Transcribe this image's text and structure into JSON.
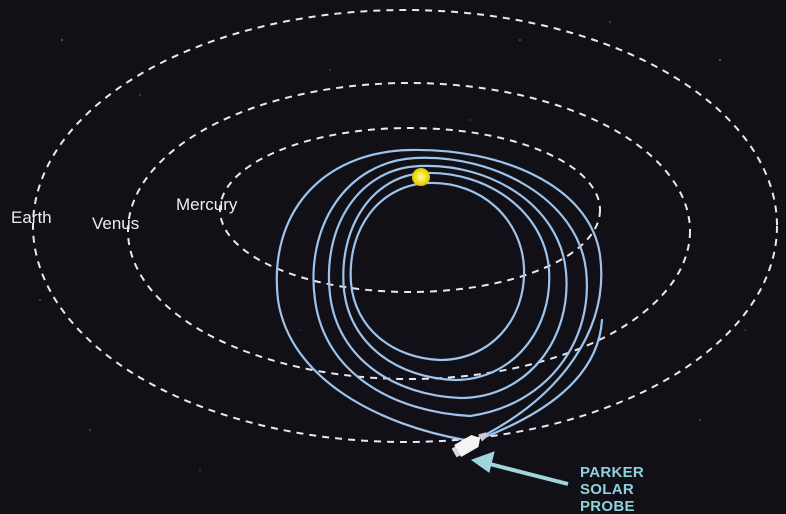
{
  "planets": [
    {
      "name": "Earth",
      "label": "Earth"
    },
    {
      "name": "Venus",
      "label": "Venus"
    },
    {
      "name": "Mercury",
      "label": "Mercury"
    }
  ],
  "probe": {
    "label_lines": [
      "PARKER",
      "SOLAR",
      "PROBE"
    ]
  },
  "colors": {
    "background": "#111016",
    "orbit_dash": "#e8e8ee",
    "trajectory": "#9ec4ec",
    "sun": "#f4e21a",
    "planet_label": "#eeeeee",
    "probe_label": "#8fd2de",
    "pointer_arrow": "#9fd6de",
    "spacecraft": "#f4f4f4"
  },
  "icons": {
    "sun": "sun-icon",
    "spacecraft": "spacecraft-icon",
    "pointer": "arrow-icon"
  }
}
